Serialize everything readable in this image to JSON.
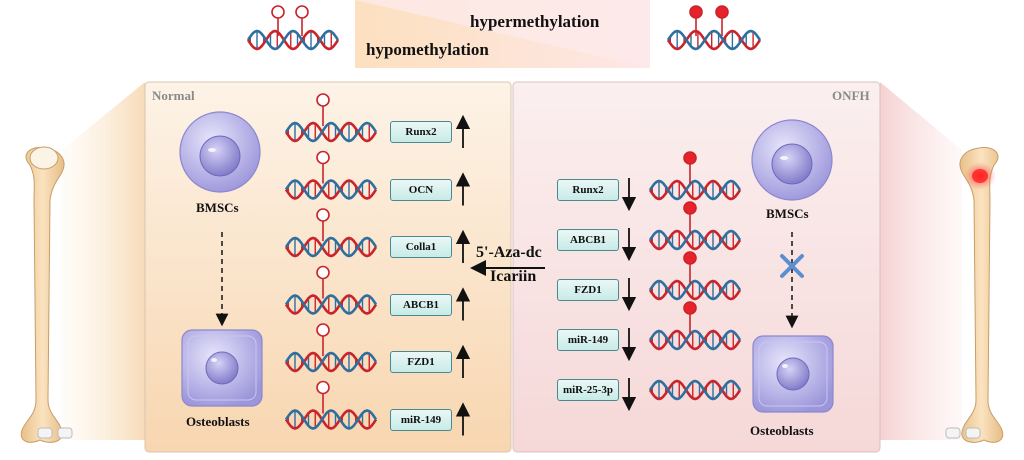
{
  "legend": {
    "hypermethylation": "hypermethylation",
    "hypomethylation": "hypomethylation"
  },
  "normal_panel": {
    "title": "Normal",
    "cell_top": "BMSCs",
    "cell_bottom": "Osteoblasts",
    "genes": [
      "Runx2",
      "OCN",
      "Colla1",
      "ABCB1",
      "FZD1",
      "miR-149"
    ],
    "arrow_direction": "up"
  },
  "onfh_panel": {
    "title": "ONFH",
    "cell_top": "BMSCs",
    "cell_bottom": "Osteoblasts",
    "genes": [
      "Runx2",
      "ABCB1",
      "FZD1",
      "miR-149",
      "miR-25-3p"
    ],
    "arrow_direction": "down"
  },
  "treatment": {
    "line1": "5'-Aza-dc",
    "line2": "Icariin"
  },
  "colors": {
    "normal_bg": "#fbe4cc",
    "onfh_bg": "#f7dede",
    "dna_red": "#c9242b",
    "dna_blue": "#2f6f9e",
    "methyl_fill": "#e8222a",
    "cell_purple": "#b7b3e6",
    "bone": "#f3d3a3"
  },
  "icons": [
    "dna-helix-icon",
    "methyl-lollipop-icon",
    "bmsc-cell-icon",
    "osteoblast-cell-icon",
    "femur-icon",
    "block-x-icon"
  ]
}
